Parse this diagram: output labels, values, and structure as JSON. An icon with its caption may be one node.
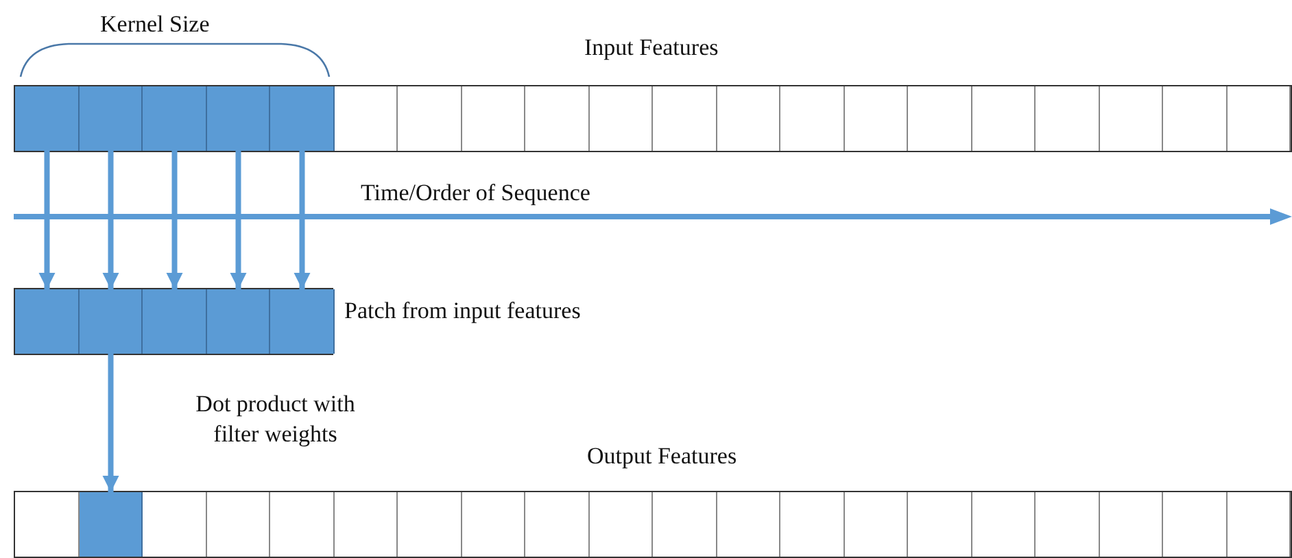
{
  "diagram": {
    "nodes": [
      {
        "text": [
          "Input Features"
        ]
      },
      {
        "text": [],
        "shape": "box",
        "in": 0
      },
      {
        "text": [],
        "shape": "box",
        "in": 0
      },
      {
        "text": [],
        "shape": "box",
        "in": 0
      },
      {
        "text": [],
        "shape": "box",
        "in": 0
      },
      {
        "text": [],
        "shape": "box",
        "in": 0
      },
      {
        "text": [],
        "shape": "box",
        "in": 0
      },
      {
        "text": [],
        "shape": "box",
        "in": 0
      },
      {
        "text": [],
        "shape": "box",
        "in": 0
      },
      {
        "text": [],
        "shape": "box",
        "in": 0
      },
      {
        "text": [],
        "shape": "box",
        "in": 0
      },
      {
        "text": [],
        "shape": "box",
        "in": 0
      },
      {
        "text": [],
        "shape": "box",
        "in": 0
      },
      {
        "text": [],
        "shape": "box",
        "in": 0
      },
      {
        "text": [],
        "shape": "box",
        "in": 0
      },
      {
        "text": [],
        "shape": "box",
        "in": 0
      },
      {
        "text": [],
        "shape": "box",
        "in": 0
      },
      {
        "text": [],
        "shape": "box",
        "in": 0
      },
      {
        "text": [],
        "shape": "box",
        "in": 0
      },
      {
        "text": [],
        "shape": "box",
        "in": 0
      },
      {
        "text": [],
        "shape": "box",
        "in": 0
      },
      {
        "text": [
          "Patch from input features"
        ]
      },
      {
        "text": [],
        "shape": "box",
        "in": 21
      },
      {
        "text": [],
        "shape": "box",
        "in": 21
      },
      {
        "text": [],
        "shape": "box",
        "in": 21
      },
      {
        "text": [],
        "shape": "box",
        "in": 21
      },
      {
        "text": [],
        "shape": "box",
        "in": 21
      },
      {
        "text": [
          "Output Features"
        ]
      },
      {
        "text": [],
        "shape": "box",
        "in": 27
      },
      {
        "text": [],
        "shape": "box",
        "in": 27
      },
      {
        "text": [],
        "shape": "box",
        "in": 27
      },
      {
        "text": [],
        "shape": "box",
        "in": 27
      },
      {
        "text": [],
        "shape": "box",
        "in": 27
      },
      {
        "text": [],
        "shape": "box",
        "in": 27
      },
      {
        "text": [],
        "shape": "box",
        "in": 27
      },
      {
        "text": [],
        "shape": "box",
        "in": 27
      },
      {
        "text": [],
        "shape": "box",
        "in": 27
      },
      {
        "text": [],
        "shape": "box",
        "in": 27
      },
      {
        "text": [],
        "shape": "box",
        "in": 27
      },
      {
        "text": [],
        "shape": "box",
        "in": 27
      },
      {
        "text": [],
        "shape": "box",
        "in": 27
      },
      {
        "text": [],
        "shape": "box",
        "in": 27
      },
      {
        "text": [],
        "shape": "box",
        "in": 27
      },
      {
        "text": [],
        "shape": "box",
        "in": 27
      },
      {
        "text": [],
        "shape": "box",
        "in": 27
      },
      {
        "text": [],
        "shape": "box",
        "in": 27
      },
      {
        "text": [],
        "shape": "box",
        "in": 27
      },
      {
        "text": [],
        "shape": "box",
        "in": 27
      }
    ],
    "edges": [
      {
        "from": 1,
        "to": 22,
        "arrow": "to"
      },
      {
        "from": 2,
        "to": 23,
        "arrow": "to"
      },
      {
        "from": 3,
        "to": 24,
        "arrow": "to"
      },
      {
        "from": 4,
        "to": 25,
        "arrow": "to"
      },
      {
        "from": 5,
        "to": 26,
        "arrow": "to"
      },
      {
        "from": 23,
        "to": 29,
        "arrow": "to",
        "label": "Dot product with filter weights"
      }
    ],
    "labels": [
      "Kernel Size",
      "Time/Order of Sequence"
    ]
  }
}
